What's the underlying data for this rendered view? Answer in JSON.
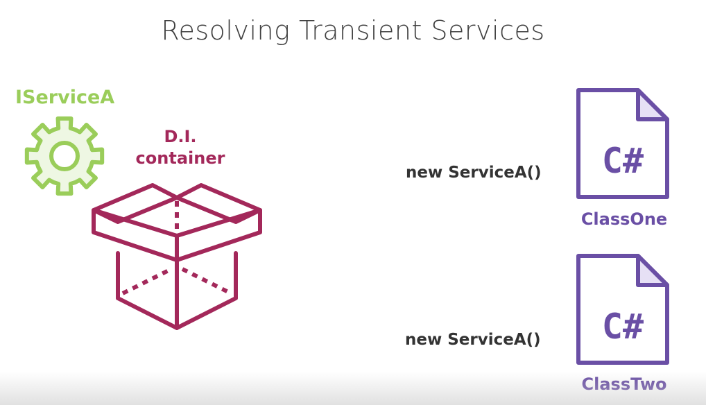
{
  "title": "Resolving Transient Services",
  "colors": {
    "green": "#9ACD5A",
    "green_fill": "#EEF7E3",
    "crimson": "#A3285A",
    "purple": "#6A4FA5",
    "purple_fill": "#E6E0F5",
    "text_dark": "#333333"
  },
  "interface": {
    "name": "IServiceA",
    "icon": "gear-icon"
  },
  "container": {
    "label": "D.I. container",
    "icon": "open-box-icon"
  },
  "classes": [
    {
      "call": "new ServiceA()",
      "file_language": "C#",
      "name": "ClassOne",
      "icon": "csharp-file-icon"
    },
    {
      "call": "new ServiceA()",
      "file_language": "C#",
      "name": "ClassTwo",
      "icon": "csharp-file-icon"
    }
  ]
}
